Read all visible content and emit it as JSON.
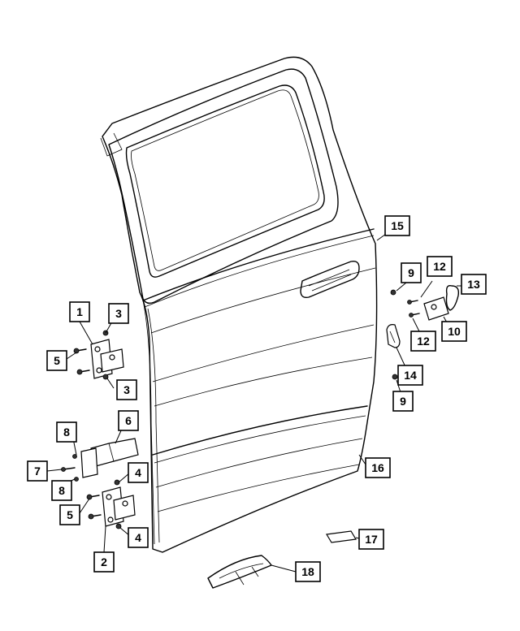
{
  "callouts": [
    {
      "id": "c1",
      "label": "1"
    },
    {
      "id": "c2",
      "label": "2"
    },
    {
      "id": "c3a",
      "label": "3"
    },
    {
      "id": "c3b",
      "label": "3"
    },
    {
      "id": "c4a",
      "label": "4"
    },
    {
      "id": "c4b",
      "label": "4"
    },
    {
      "id": "c5a",
      "label": "5"
    },
    {
      "id": "c5b",
      "label": "5"
    },
    {
      "id": "c6",
      "label": "6"
    },
    {
      "id": "c7",
      "label": "7"
    },
    {
      "id": "c8a",
      "label": "8"
    },
    {
      "id": "c8b",
      "label": "8"
    },
    {
      "id": "c9a",
      "label": "9"
    },
    {
      "id": "c9b",
      "label": "9"
    },
    {
      "id": "c10",
      "label": "10"
    },
    {
      "id": "c12a",
      "label": "12"
    },
    {
      "id": "c12b",
      "label": "12"
    },
    {
      "id": "c13",
      "label": "13"
    },
    {
      "id": "c14",
      "label": "14"
    },
    {
      "id": "c15",
      "label": "15"
    },
    {
      "id": "c16",
      "label": "16"
    },
    {
      "id": "c17",
      "label": "17"
    },
    {
      "id": "c18",
      "label": "18"
    }
  ]
}
